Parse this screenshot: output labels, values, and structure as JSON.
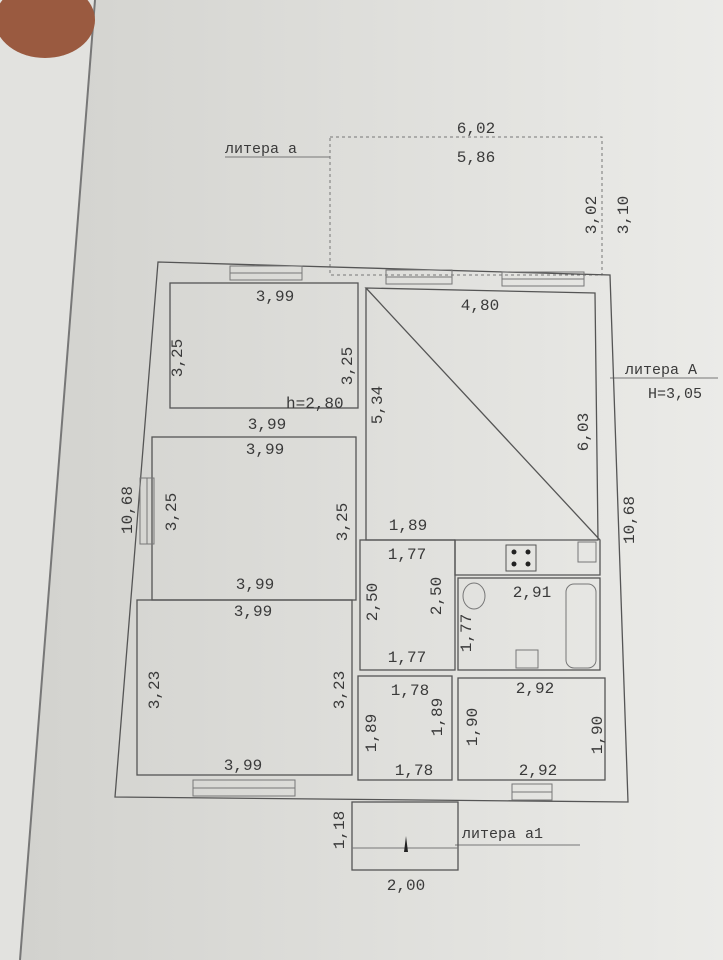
{
  "labels": {
    "litera_a": "литера а",
    "litera_A": "литера А",
    "height_A": "H=3,05",
    "litera_a1": "литера а1",
    "room_height": "h=2,80"
  },
  "dimensions": [
    "6,02",
    "5,86",
    "3,02",
    "3,10",
    "3,99",
    "4,80",
    "3,25",
    "3,25",
    "5,34",
    "6,03",
    "3,99",
    "3,99",
    "10,68",
    "3,25",
    "3,25",
    "1,89",
    "1,77",
    "2,91",
    "2,50",
    "2,50",
    "3,99",
    "3,99",
    "1,77",
    "10,68",
    "3,23",
    "3,23",
    "1,77",
    "1,78",
    "2,92",
    "1,89",
    "1,89",
    "1,90",
    "1,90",
    "3,99",
    "1,78",
    "2,92",
    "1,18",
    "2,00"
  ],
  "colors": {
    "paper": "#e8e8e4",
    "ink": "#3a3a3a"
  }
}
